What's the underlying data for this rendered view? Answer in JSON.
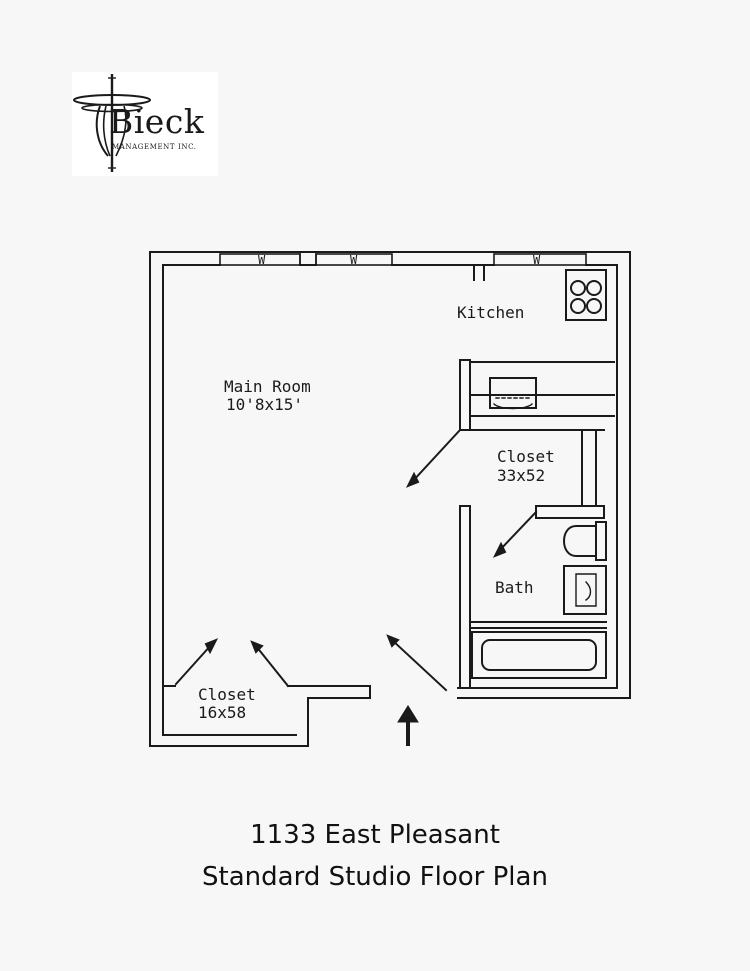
{
  "logo": {
    "name": "Bieck",
    "subtitle": "MANAGEMENT INC."
  },
  "plan": {
    "window_marker": "W",
    "rooms": {
      "kitchen": {
        "name": "Kitchen"
      },
      "main_room": {
        "name": "Main Room",
        "size": "10'8x15'"
      },
      "closet_kitchen": {
        "name": "Closet",
        "size": "33x52"
      },
      "bath": {
        "name": "Bath"
      },
      "closet_entry": {
        "name": "Closet",
        "size": "16x58"
      }
    }
  },
  "caption": {
    "line1": "1133 East Pleasant",
    "line2": "Standard Studio Floor Plan"
  },
  "colors": {
    "ink": "#1a1a1a",
    "background": "#f7f7f7"
  }
}
